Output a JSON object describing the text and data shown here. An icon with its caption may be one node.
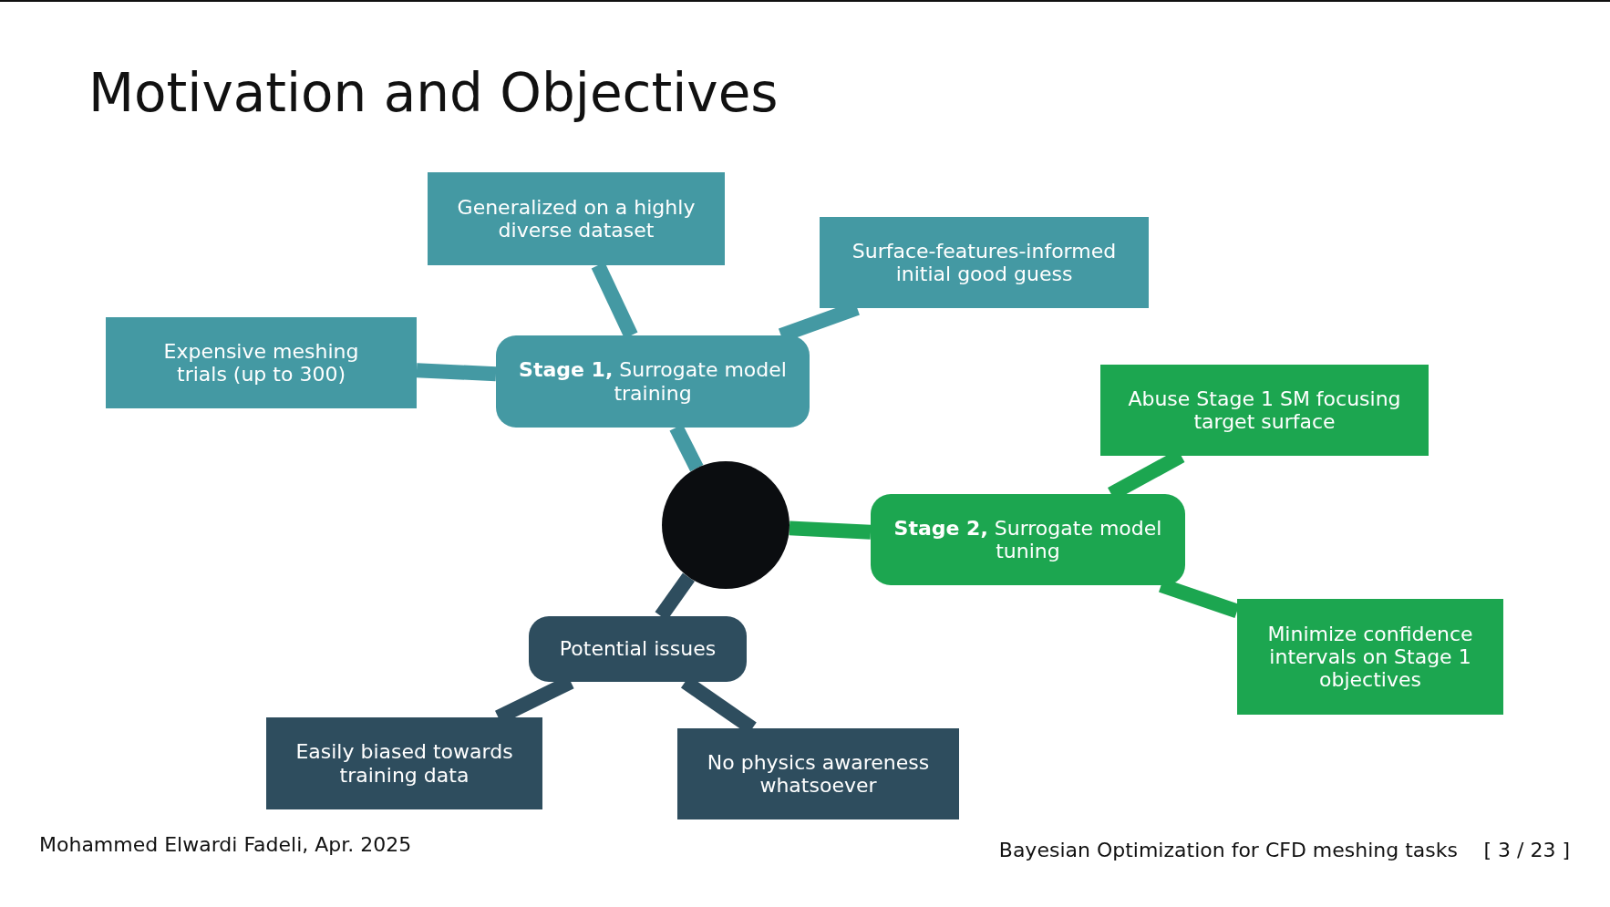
{
  "diagram": {
    "title": "Motivation and Objectives",
    "nodes": [
      {
        "text": [
          "Generalized on a highly diverse dataset"
        ]
      },
      {
        "text": [
          "Surface-features-informed initial good guess"
        ]
      },
      {
        "text": [
          "Expensive meshing trials (up to 300)"
        ]
      },
      {
        "text": [
          "**Stage 1,** Surrogate model training"
        ]
      },
      {
        "text": [
          "Abuse Stage 1 SM focusing target surface"
        ]
      },
      {
        "text": [],
        "shape": "circle"
      },
      {
        "text": [
          "**Stage 2,** Surrogate model tuning"
        ]
      },
      {
        "text": [
          "Minimize confidence intervals on Stage 1 objectives"
        ]
      },
      {
        "text": [
          "Potential issues"
        ]
      },
      {
        "text": [
          "Easily biased towards training data"
        ]
      },
      {
        "text": [
          "No physics awareness whatsoever"
        ]
      }
    ],
    "edges": [
      {
        "from": 5,
        "to": 3,
        "arrow": "none",
        "color": "#4499a3"
      },
      {
        "from": 3,
        "to": 0,
        "arrow": "none",
        "color": "#4499a3"
      },
      {
        "from": 3,
        "to": 1,
        "arrow": "none",
        "color": "#4499a3"
      },
      {
        "from": 3,
        "to": 2,
        "arrow": "none",
        "color": "#4499a3"
      },
      {
        "from": 5,
        "to": 6,
        "arrow": "none",
        "color": "#1ca650"
      },
      {
        "from": 6,
        "to": 4,
        "arrow": "none",
        "color": "#1ca650"
      },
      {
        "from": 6,
        "to": 7,
        "arrow": "none",
        "color": "#1ca650"
      },
      {
        "from": 5,
        "to": 8,
        "arrow": "none",
        "color": "#2e4d5e"
      },
      {
        "from": 8,
        "to": 9,
        "arrow": "none",
        "color": "#2e4d5e"
      },
      {
        "from": 8,
        "to": 10,
        "arrow": "none",
        "color": "#2e4d5e"
      }
    ],
    "labels": [
      "Mohammed Elwardi Fadeli, Apr. 2025",
      "Bayesian Optimization for CFD meshing tasks",
      "[ 3 / 23 ]"
    ]
  }
}
